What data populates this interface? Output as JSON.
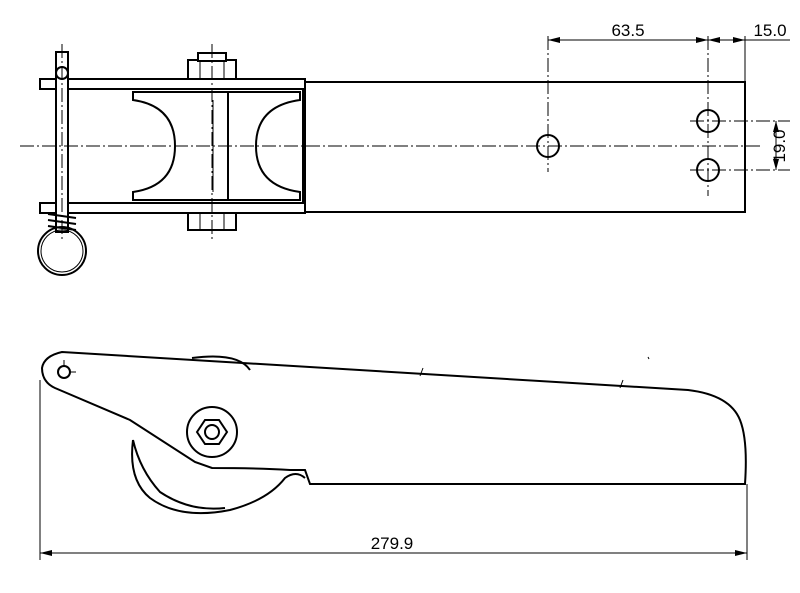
{
  "dimensions": {
    "spacing_label": "63.5",
    "edge_label": "15.0",
    "hole_pitch_label": "19.0",
    "overall_length_label": "279.9"
  },
  "colors": {
    "line": "#000000",
    "background": "#ffffff"
  }
}
